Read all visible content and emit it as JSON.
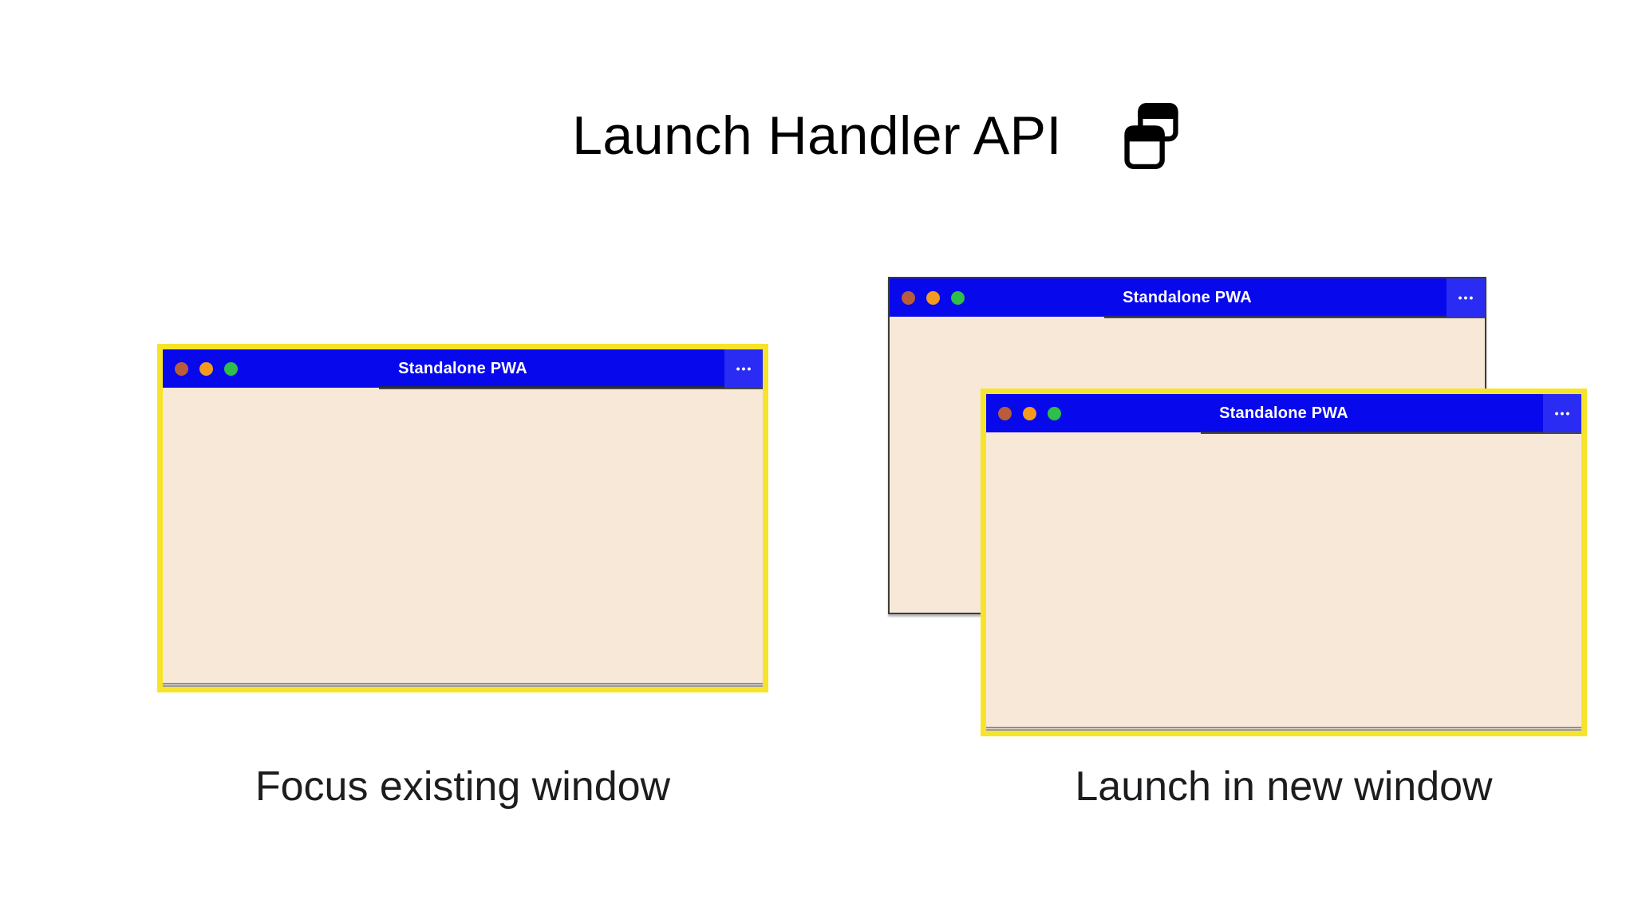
{
  "header": {
    "title": "Launch Handler API",
    "icon": "stacked-windows-icon"
  },
  "left_group": {
    "window": {
      "titlebar_text": "Standalone PWA",
      "menu_dots": "•••"
    },
    "caption": "Focus existing window"
  },
  "right_group": {
    "back_window": {
      "titlebar_text": "Standalone PWA",
      "menu_dots": "•••"
    },
    "front_window": {
      "titlebar_text": "Standalone PWA",
      "menu_dots": "•••"
    },
    "caption": "Launch in new window"
  },
  "colors": {
    "titlebar_blue": "#0708EC",
    "menu_box_blue": "#2B2CF3",
    "window_content": "#F8E8D7",
    "highlight_yellow": "#F6E42B",
    "back_window_border": "#3C3C3C",
    "traffic_red": "#B85C3B",
    "traffic_orange": "#F49B1F",
    "traffic_green": "#2EBE49"
  }
}
